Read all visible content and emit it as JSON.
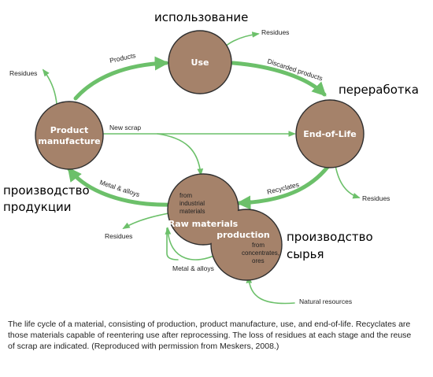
{
  "nodes": {
    "use": "Use",
    "product_manufacture": [
      "Product",
      "manufacture"
    ],
    "end_of_life": "End-of-Life",
    "raw_materials_top": [
      "from",
      "industrial",
      "materials"
    ],
    "raw_materials_label_1": "Raw materials",
    "raw_materials_label_2": "production",
    "raw_materials_bottom": [
      "from",
      "concentrates,",
      "ores"
    ]
  },
  "flows": {
    "products": "Products",
    "discarded_products": "Discarded products",
    "new_scrap": "New scrap",
    "metal_alloys_upper": "Metal & alloys",
    "recyclates": "Recyclates",
    "metal_alloys_lower": "Metal & alloys",
    "natural_resources": "Natural resources"
  },
  "residues": {
    "top": "Residues",
    "left": "Residues",
    "right": "Residues",
    "bottom": "Residues"
  },
  "russian_labels": {
    "use": "использование",
    "recycling": "переработка",
    "product_production_1": "производство",
    "product_production_2": "продукции",
    "raw_production_1": "производство",
    "raw_production_2": "сырья"
  },
  "caption": "The life cycle of a material, consisting of production, product manufacture, use, and end-of-life. Recyclates are those materials capable of reentering use after reprocessing. The loss of residues at each stage and the reuse of scrap are indicated. (Reproduced with permission from Meskers, 2008.)",
  "colors": {
    "node_fill": "#a5826a",
    "arrow": "#6cc06a",
    "node_text": "#ffffff"
  }
}
